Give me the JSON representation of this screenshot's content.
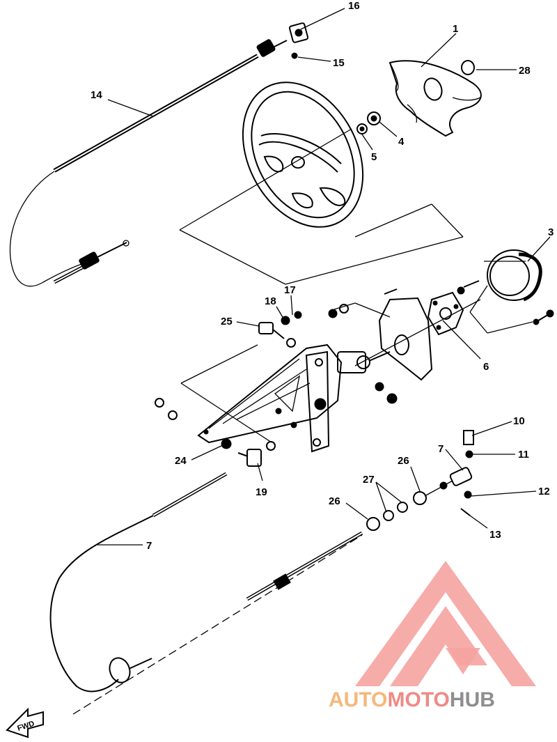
{
  "callouts": {
    "c1": "1",
    "c3": "3",
    "c4": "4",
    "c5": "5",
    "c6": "6",
    "c7a": "7",
    "c7b": "7",
    "c10": "10",
    "c11": "11",
    "c12": "12",
    "c13": "13",
    "c14": "14",
    "c15": "15",
    "c16": "16",
    "c17": "17",
    "c18": "18",
    "c19": "19",
    "c24": "24",
    "c25": "25",
    "c26a": "26",
    "c26b": "26",
    "c27": "27",
    "c28": "28"
  },
  "fwd_label": "FWD",
  "watermark": {
    "part1": "AUTO",
    "part2": "MOTO",
    "part3": "HUB",
    "color_warm": "#f6b77a",
    "color_red": "#ee8a84",
    "color_grey": "#8e8e8e"
  }
}
